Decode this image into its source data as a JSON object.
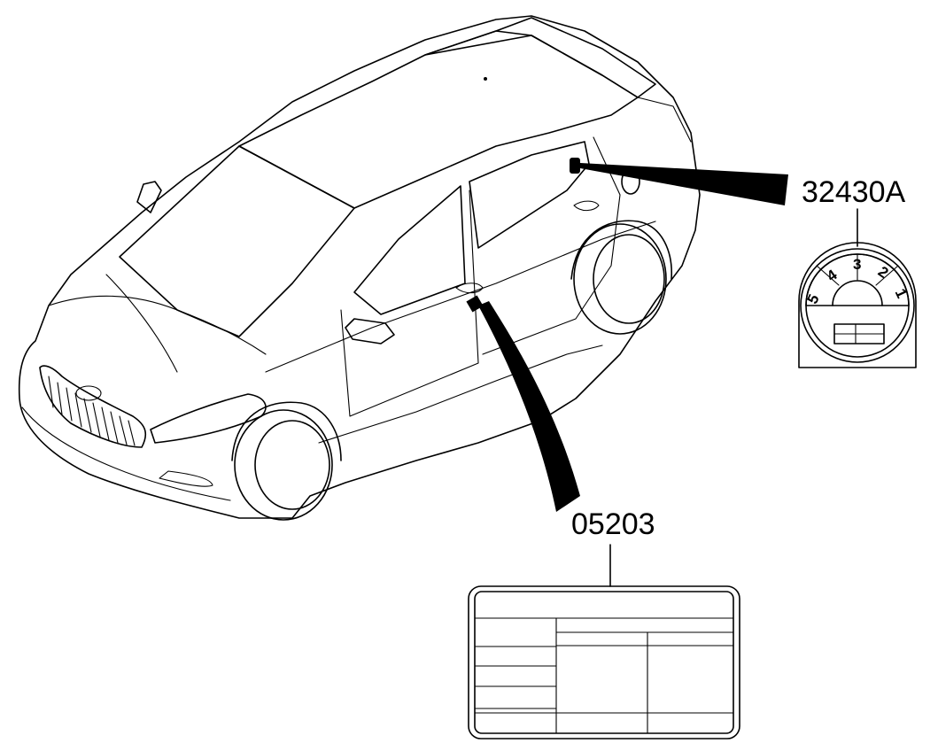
{
  "parts": [
    {
      "part_number": "32430A",
      "icon": "tire-pressure-label-icon"
    },
    {
      "part_number": "05203",
      "icon": "emission-label-icon"
    }
  ],
  "gauge_digits": [
    "5",
    "4",
    "3",
    "2",
    "1"
  ]
}
